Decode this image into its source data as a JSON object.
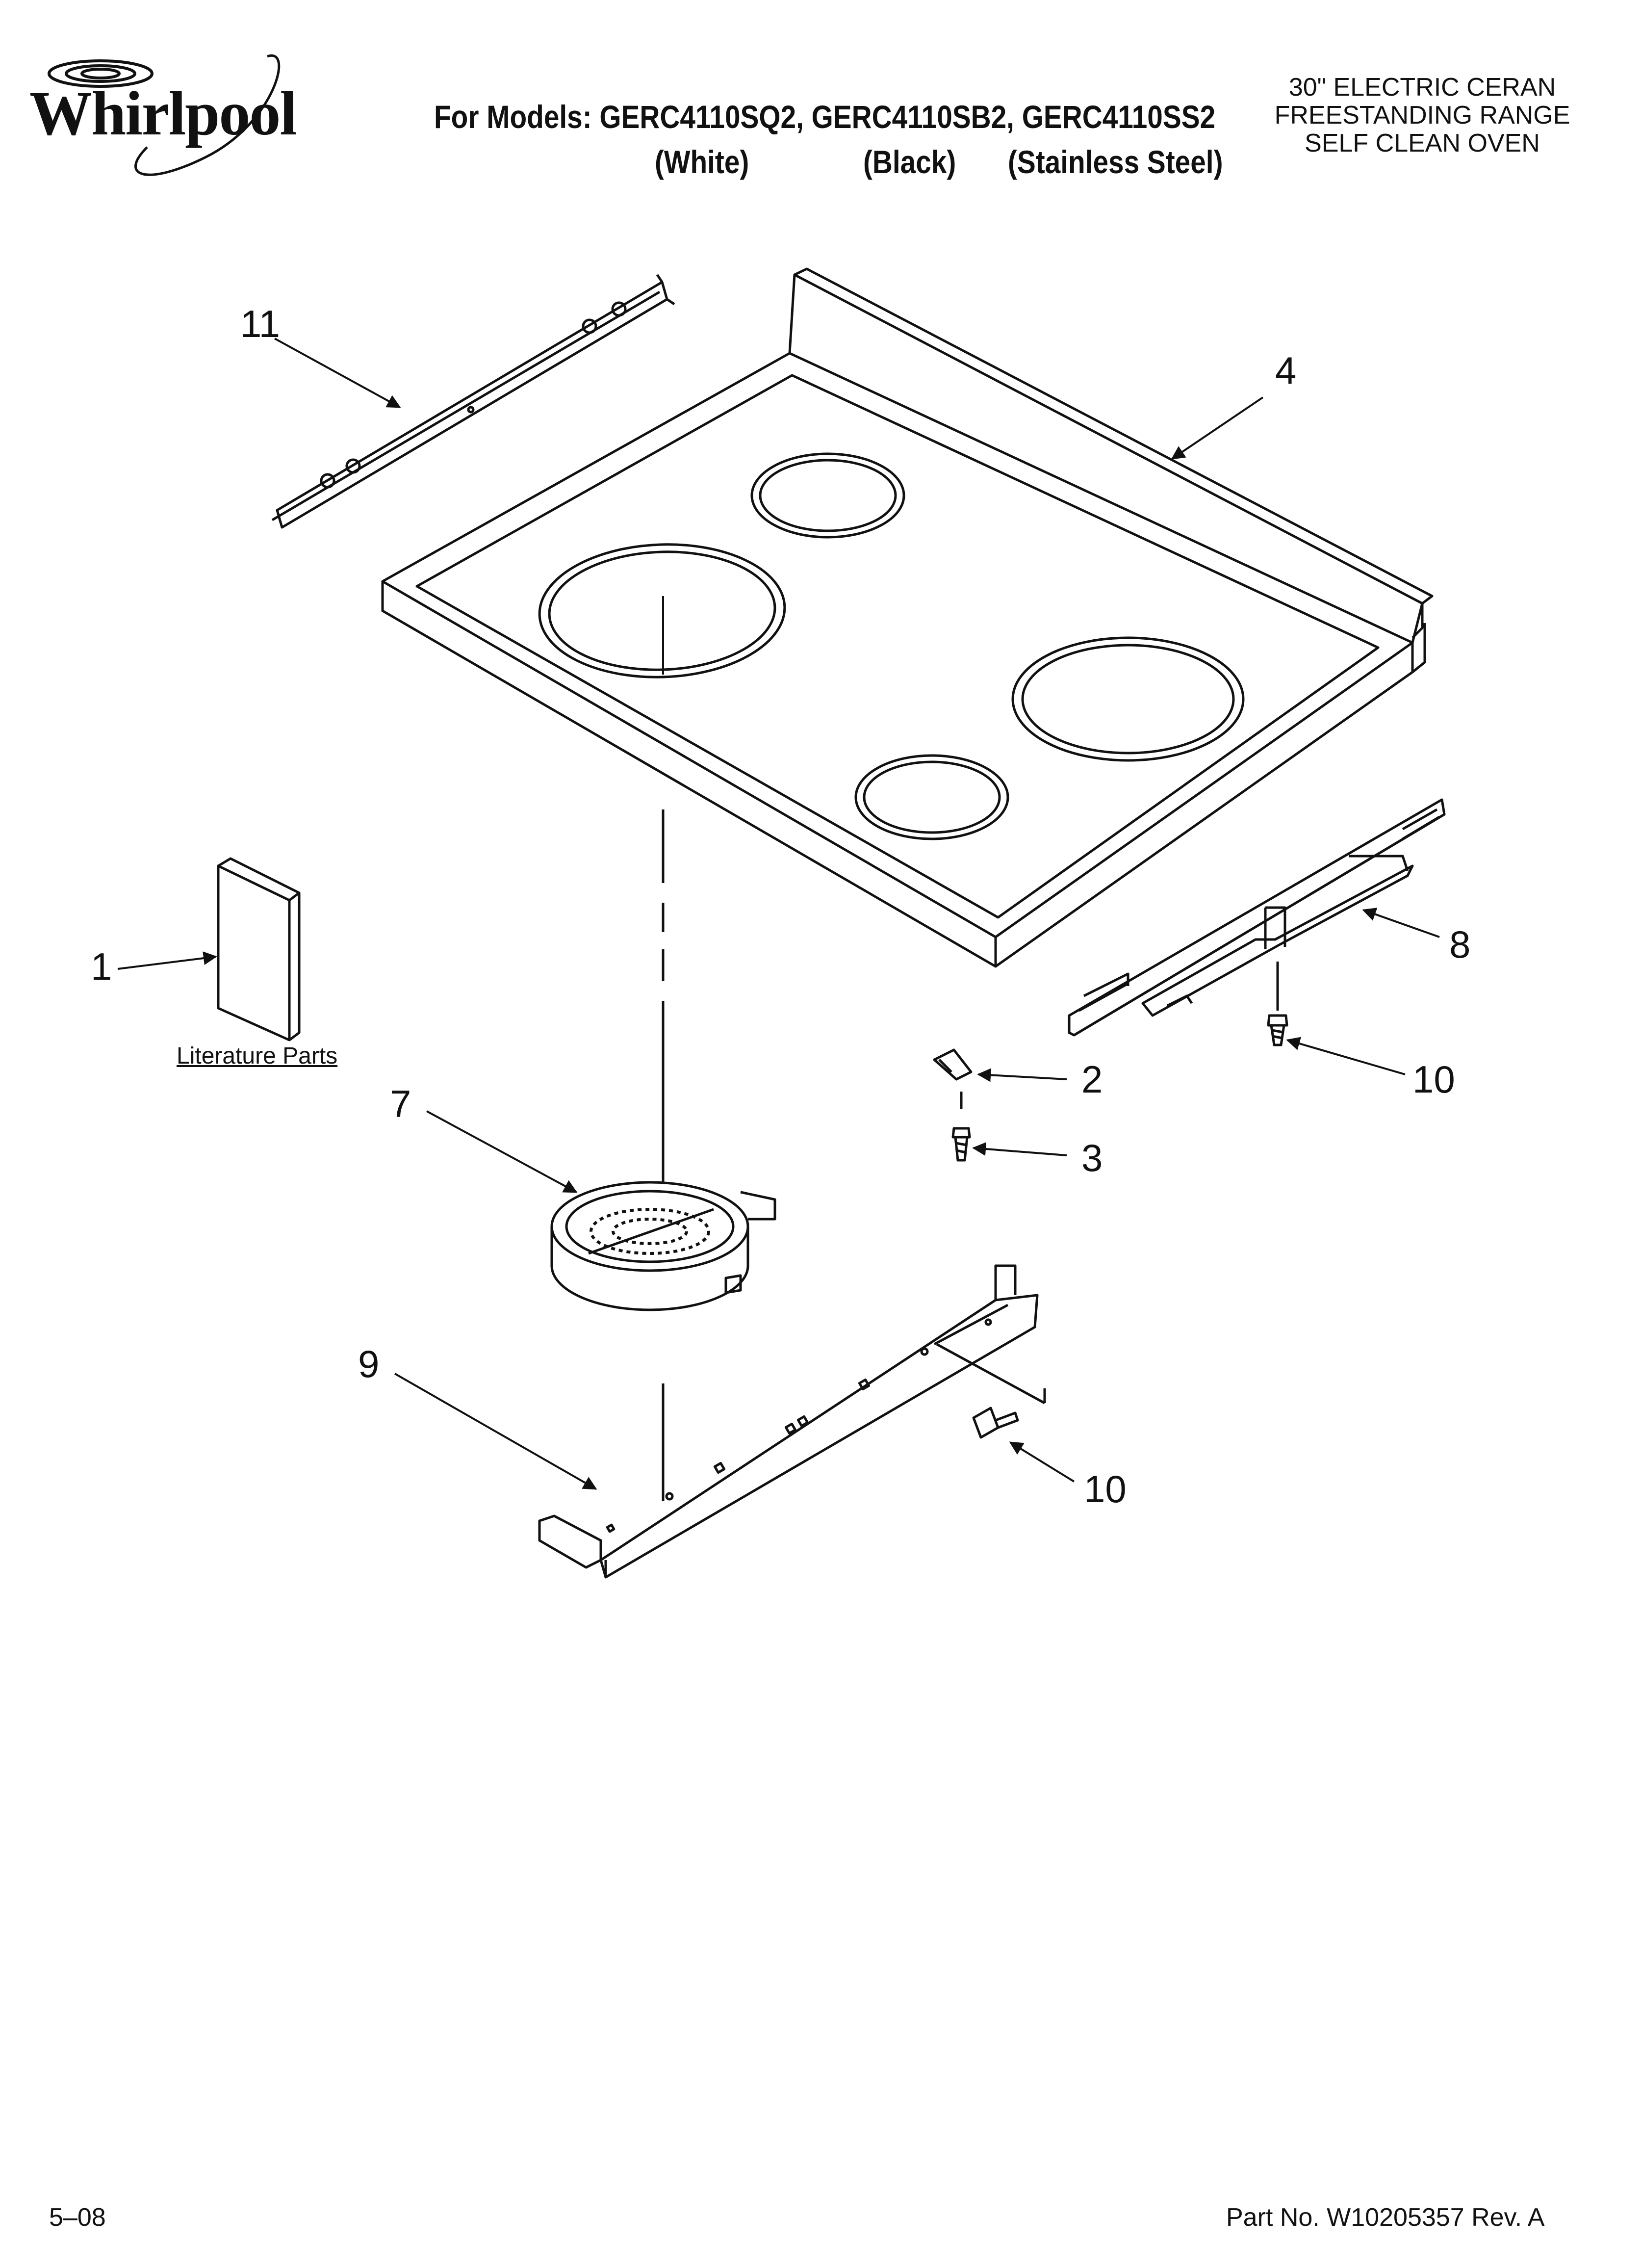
{
  "brand": {
    "name": "Whirlpool"
  },
  "header": {
    "models_line": "For Models: GERC4110SQ2, GERC4110SB2, GERC4110SS2",
    "variants": [
      "(White)",
      "(Black)",
      "(Stainless Steel)"
    ],
    "description": [
      "30\" ELECTRIC CERAN",
      "FREESTANDING RANGE",
      "SELF CLEAN OVEN"
    ]
  },
  "callouts": {
    "c1": "1",
    "c2": "2",
    "c3": "3",
    "c4": "4",
    "c7": "7",
    "c8": "8",
    "c9": "9",
    "c10a": "10",
    "c10b": "10",
    "c11": "11"
  },
  "literature_label": "Literature Parts",
  "footer": {
    "date": "5–08",
    "part_no": "Part No. W10205357 Rev. A"
  }
}
